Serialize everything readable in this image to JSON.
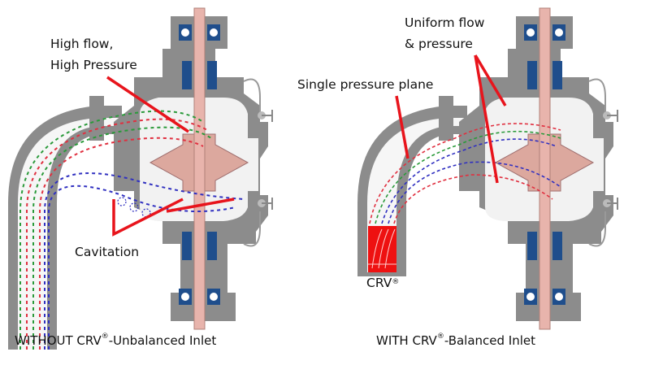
{
  "figure": {
    "left_panel": {
      "caption_prefix": "WITHOUT CRV",
      "caption_mark": "®",
      "caption_suffix": "-Unbalanced Inlet",
      "callouts": {
        "high_flow_line1": "High flow,",
        "high_flow_line2": "High Pressure",
        "cavitation": "Cavitation"
      }
    },
    "right_panel": {
      "caption_prefix": "WITH CRV",
      "caption_mark": "®",
      "caption_suffix": "-Balanced Inlet",
      "callouts": {
        "uniform_line1": "Uniform flow",
        "uniform_line2": "& pressure",
        "single_plane": "Single pressure plane",
        "crv_label": "CRV",
        "crv_mark": "®"
      }
    },
    "colors": {
      "casing": "#8c8c8c",
      "casing_interior": "#f2f2f2",
      "shaft": "#e8b4ac",
      "bearing": "#1f4e8c",
      "callout_arrow": "#e8141c",
      "crv_block": "#ee1111",
      "flow_green": "#2a9a3a",
      "flow_red": "#e03040",
      "flow_blue": "#3030c0"
    }
  }
}
